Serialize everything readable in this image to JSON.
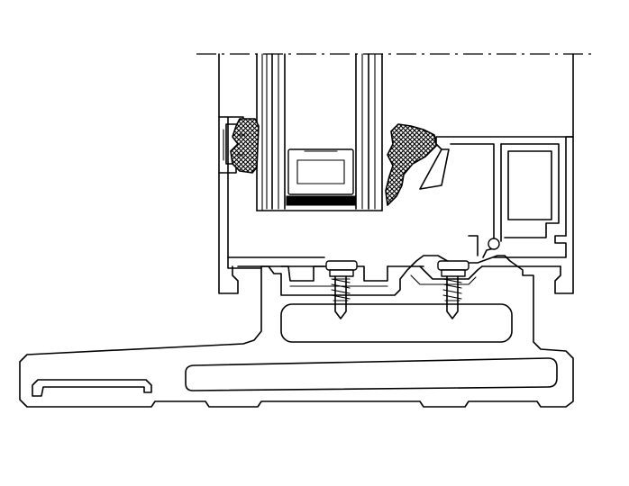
{
  "drawing": {
    "kind": "technical cross-section",
    "line_color": "#000000",
    "background_color": "#ffffff",
    "components": [
      {
        "id": "glazing-unit",
        "icon": "insulated-glass-section"
      },
      {
        "id": "spacer-bar",
        "icon": "hollow-spacer"
      },
      {
        "id": "outer-gasket",
        "icon": "cross-hatched-seal"
      },
      {
        "id": "inner-gasket",
        "icon": "cross-hatched-seal"
      },
      {
        "id": "glazing-bead",
        "icon": "hollow-profile"
      },
      {
        "id": "sash-profile",
        "icon": "aluminium-profile"
      },
      {
        "id": "sill-profile",
        "icon": "extruded-sill"
      },
      {
        "id": "screws",
        "icon": "self-tapping-screw",
        "count": 2
      }
    ]
  }
}
